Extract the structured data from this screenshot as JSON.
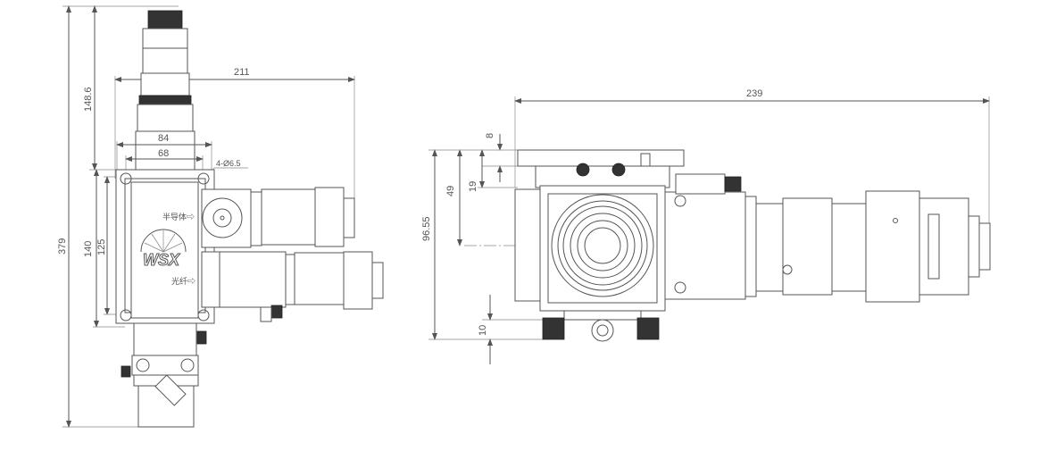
{
  "left_view": {
    "dimensions": {
      "overall_height": "379",
      "sensor_height": "148.6",
      "overall_width": "211",
      "hole_span_outer": "84",
      "hole_span_inner": "68",
      "hole_callout": "4-Ø6.5",
      "body_height": "140",
      "body_inner_height": "125"
    },
    "labels": {
      "semiconductor": "半导体⇨",
      "fiber": "光纤⇨"
    },
    "logo_text": "WSX"
  },
  "right_view": {
    "dimensions": {
      "overall_width": "239",
      "plate_thickness": "8",
      "offset_19": "19",
      "offset_49": "49",
      "axis_height": "96.55",
      "bottom_offset": "10"
    }
  }
}
